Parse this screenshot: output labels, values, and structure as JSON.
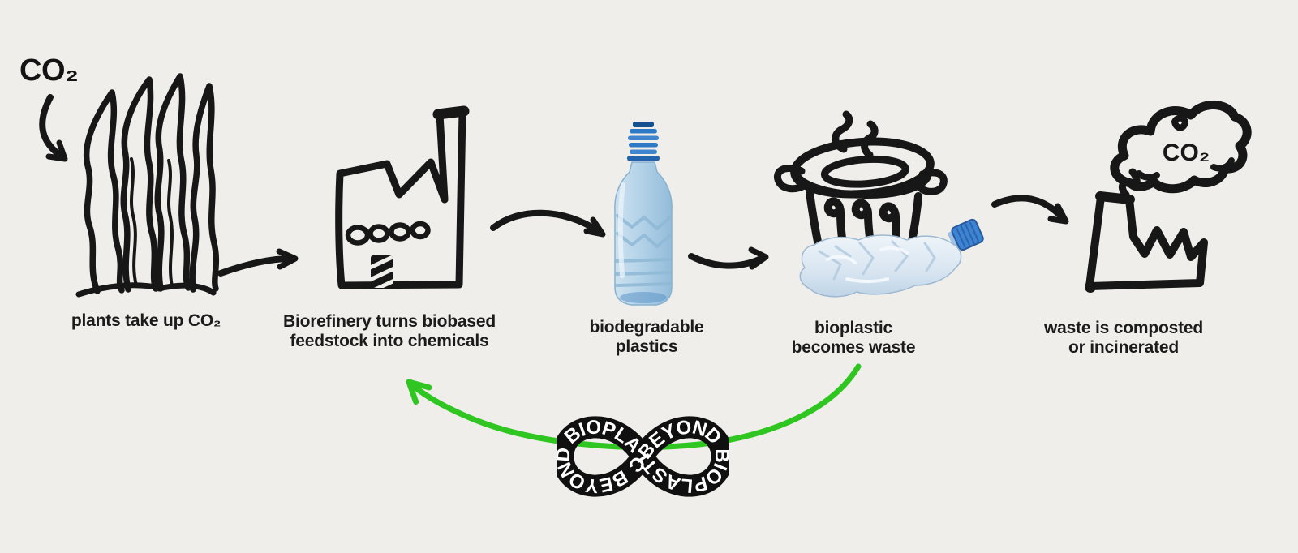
{
  "page": {
    "background_color": "#efeeea",
    "ink_color": "#171717",
    "accent_green": "#2fc622",
    "bottle_blue": "#2e79c6",
    "bottle_body_blue": "#b9d6e9"
  },
  "start": {
    "co2_label": "CO₂"
  },
  "steps": [
    {
      "id": "plants",
      "label": "plants take up CO₂"
    },
    {
      "id": "biorefinery",
      "label": "Biorefinery turns biobased\nfeedstock into chemicals"
    },
    {
      "id": "plastics",
      "label": "biodegradable\nplastics"
    },
    {
      "id": "waste",
      "label": "bioplastic\nbecomes waste"
    },
    {
      "id": "compost",
      "label": "waste is composted\nor incinerated"
    }
  ],
  "cloud": {
    "co2_label": "CO₂"
  },
  "logo": {
    "brand": "BEYOND BIOPLASTIC",
    "ring_text": "BEYOND BIOPLASTIC BEYOND BIOPLASTIC"
  }
}
